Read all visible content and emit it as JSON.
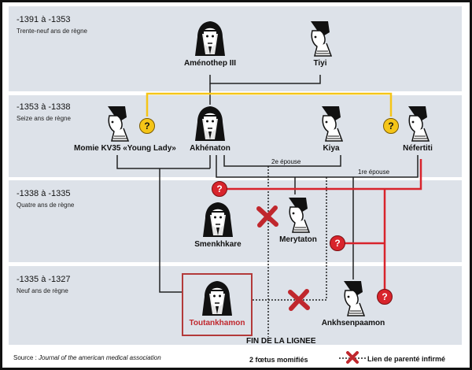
{
  "periods": [
    {
      "title": "-1391 à -1353",
      "subtitle": "Trente-neuf ans de règne"
    },
    {
      "title": "-1353 à -1338",
      "subtitle": "Seize ans de règne"
    },
    {
      "title": "-1338 à -1335",
      "subtitle": "Quatre ans de règne"
    },
    {
      "title": "-1335 à -1327",
      "subtitle": "Neuf ans de règne"
    }
  ],
  "people": {
    "amenothep": {
      "name": "Aménothep III",
      "icon": "pharaoh-bust-icon"
    },
    "tiyi": {
      "name": "Tiyi",
      "icon": "queen-bust-icon"
    },
    "young_lady": {
      "name": "Momie KV35 «Young Lady»",
      "icon": "queen-bust-icon"
    },
    "akhenaton": {
      "name": "Akhénaton",
      "icon": "pharaoh-bust-icon"
    },
    "kiya": {
      "name": "Kiya",
      "icon": "queen-bust-icon"
    },
    "nefertiti": {
      "name": "Néfertiti",
      "icon": "queen-bust-icon"
    },
    "smenkhkare": {
      "name": "Smenkhkare",
      "icon": "pharaoh-bust-icon"
    },
    "merytaton": {
      "name": "Merytaton",
      "icon": "queen-bust-icon"
    },
    "toutankhamon": {
      "name": "Toutankhamon",
      "icon": "pharaoh-bust-icon"
    },
    "ankhsenpaamon": {
      "name": "Ankhsenpaamon",
      "icon": "queen-bust-icon"
    }
  },
  "edge_labels": {
    "second_wife": "2e épouse",
    "first_wife": "1re épouse"
  },
  "question_mark": "?",
  "footer": {
    "source_prefix": "Source : ",
    "source_title": "Journal of the american medical association",
    "end_of_line": "FIN DE LA LIGNEE",
    "foetus": "2 fœtus momifiés",
    "legend": "Lien de parenté infirmé"
  },
  "colors": {
    "band": "#dde2e9",
    "link": "#222222",
    "yellow_link": "#f5c518",
    "red_link": "#d8242c",
    "toutankhamon_name": "#c0272d"
  }
}
